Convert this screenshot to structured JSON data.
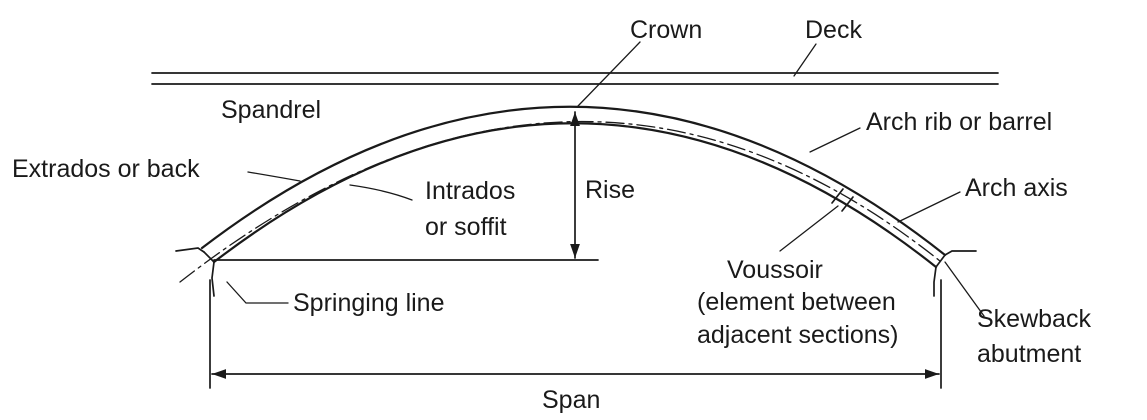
{
  "labels": {
    "crown": "Crown",
    "deck": "Deck",
    "spandrel": "Spandrel",
    "arch_rib": "Arch rib or barrel",
    "extrados": "Extrados or back",
    "intrados_1": "Intrados",
    "intrados_2": "or soffit",
    "rise": "Rise",
    "arch_axis": "Arch axis",
    "voussoir_1": "Voussoir",
    "voussoir_2": "(element between",
    "voussoir_3": "adjacent sections)",
    "springing_line": "Springing line",
    "skewback_1": "Skewback",
    "skewback_2": "abutment",
    "span": "Span"
  },
  "colors": {
    "line": "#1a1a1a",
    "background": "#ffffff"
  }
}
